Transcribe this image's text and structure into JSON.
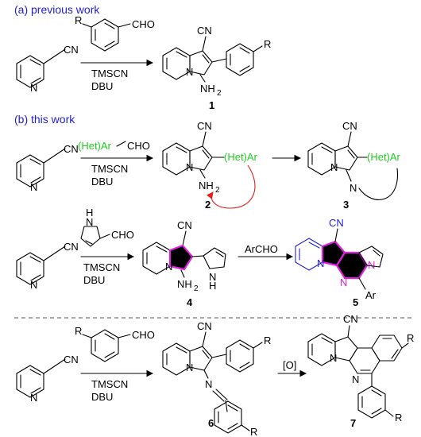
{
  "sections": {
    "a_title": "(a) previous work",
    "b_title": "(b) this work"
  },
  "reagents": {
    "tmscn": "TMSCN",
    "dbu": "DBU",
    "cho": "CHO",
    "het_ar": "(Het)Ar",
    "archo": "ArCHO",
    "ox": "[O]"
  },
  "atoms": {
    "cn": "CN",
    "n": "N",
    "r": "R",
    "nh2": "NH",
    "nh2_sub": "2",
    "h": "H",
    "ar": "Ar"
  },
  "compounds": [
    "1",
    "2",
    "3",
    "4",
    "5",
    "6",
    "7"
  ],
  "colors": {
    "section_title": "#1f1fd0",
    "het_ar": "#22cc22",
    "highlight_ring": "#e020e0",
    "pyridine_ring_5": "#1f1fd0",
    "arrow_curve": "#e02020"
  }
}
